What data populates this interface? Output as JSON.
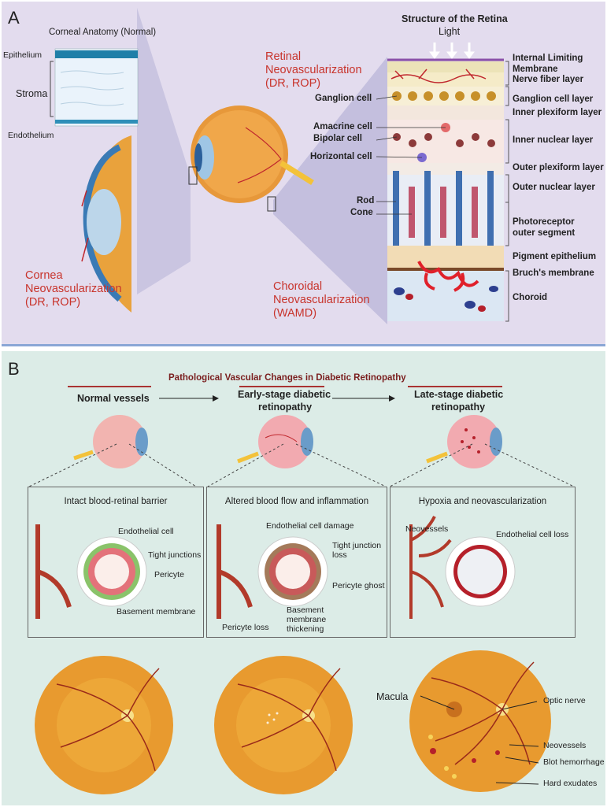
{
  "panel_a": {
    "letter": "A",
    "cornea_title": "Corneal Anatomy (Normal)",
    "cornea_layers": [
      "Epithelium",
      "Stroma",
      "Endothelium"
    ],
    "cornea_neo": [
      "Cornea",
      "Neovascularization",
      "(DR, ROP)"
    ],
    "retinal_neo": [
      "Retinal",
      "Neovascularization",
      "(DR, ROP)"
    ],
    "choroidal_neo": [
      "Choroidal",
      "Neovascularization",
      "(WAMD)"
    ],
    "retina_title": "Structure of the Retina",
    "light": "Light",
    "cells": [
      "Ganglion cell",
      "Amacrine cell",
      "Bipolar cell",
      "Horizontal cell",
      "Rod",
      "Cone"
    ],
    "layers": [
      "Internal Limiting",
      "Membrane",
      "Nerve fiber layer",
      "Ganglion cell layer",
      "Inner plexiform layer",
      "Inner nuclear layer",
      "Outer plexiform layer",
      "Outer nuclear layer",
      "Photoreceptor",
      "outer segment",
      "Pigment epithelium",
      "Bruch's membrane",
      "Choroid"
    ]
  },
  "panel_b": {
    "letter": "B",
    "title": "Pathological Vascular Changes in Diabetic Retinopathy",
    "stages": [
      {
        "name": "Normal vessels"
      },
      {
        "name": "Early-stage diabetic",
        "name2": "retinopathy"
      },
      {
        "name": "Late-stage diabetic",
        "name2": "retinopathy"
      }
    ],
    "boxes": [
      {
        "title": "Intact blood-retinal barrier",
        "labels": [
          "Endothelial cell",
          "Tight junctions",
          "Pericyte",
          "Basement membrane"
        ]
      },
      {
        "title": "Altered blood flow and inflammation",
        "labels": [
          "Endothelial cell damage",
          "Tight junction",
          "loss",
          "Pericyte ghost",
          "Basement",
          "membrane",
          "thickening",
          "Pericyte loss"
        ]
      },
      {
        "title": "Hypoxia and neovascularization",
        "labels": [
          "Neovessels",
          "Endothelial cell loss"
        ]
      }
    ],
    "fundus_labels": [
      "Macula",
      "Optic nerve",
      "Neovessels",
      "Blot hemorrhage",
      "Hard exudates"
    ]
  },
  "colors": {
    "red_label": "#c8342c",
    "panel_a_bg": "#e3dcee",
    "panel_b_bg": "#dcece7",
    "vessel": "#a3321f",
    "fundus": "#e8a23a"
  }
}
